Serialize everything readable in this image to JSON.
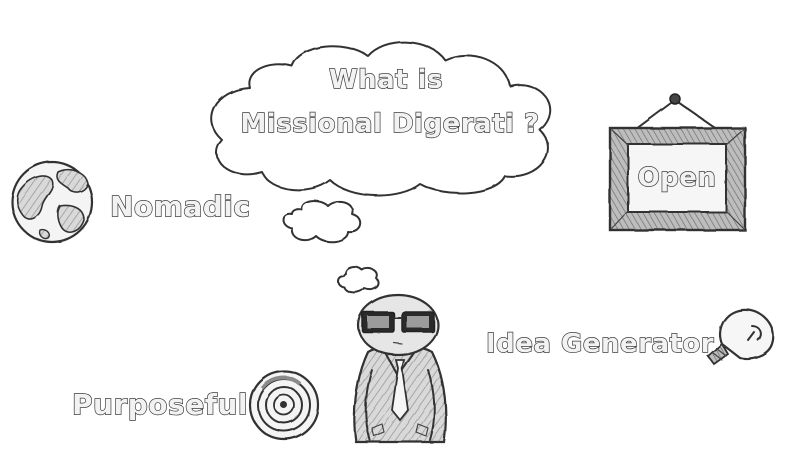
{
  "cloud": {
    "line1": "What is",
    "line2": "Missional Digerati ?"
  },
  "labels": {
    "nomadic": "Nomadic",
    "open_sign": "Open",
    "idea": "Idea Generator",
    "purposeful": "Purposeful"
  },
  "icons": {
    "globe": "globe-icon",
    "sign": "open-sign-icon",
    "bulb": "lightbulb-icon",
    "target": "target-icon",
    "person": "person-with-glasses-icon"
  },
  "colors": {
    "ink": "#333333",
    "shade": "#b9b9b9",
    "fill": "#f2f2f2",
    "sign_wood": "#8a8a8a"
  }
}
